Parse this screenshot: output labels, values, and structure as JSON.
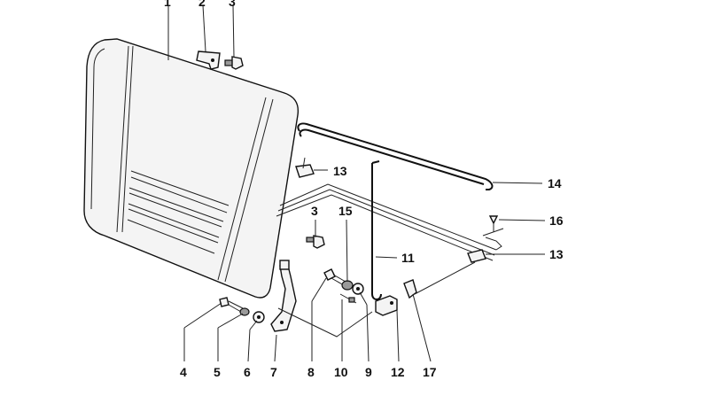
{
  "labels": {
    "l1": "1",
    "l2": "2",
    "l3top": "3",
    "l3": "3",
    "l4": "4",
    "l5": "5",
    "l6": "6",
    "l7": "7",
    "l8": "8",
    "l9": "9",
    "l10": "10",
    "l11": "11",
    "l12": "12",
    "l13a": "13",
    "l13b": "13",
    "l14": "14",
    "l15": "15",
    "l16": "16",
    "l17": "17"
  }
}
